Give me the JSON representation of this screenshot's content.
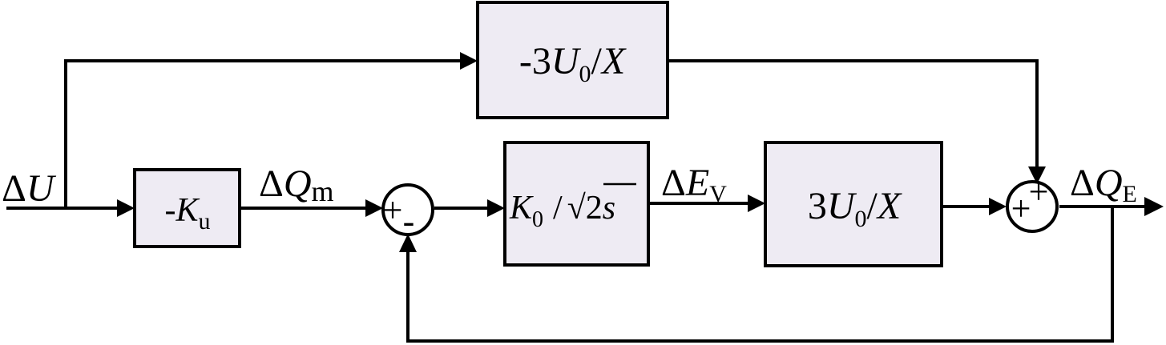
{
  "signals": {
    "input": {
      "delta": "Δ",
      "sym": "U"
    },
    "q_m": {
      "delta": "Δ",
      "sym": "Q",
      "sub": "m"
    },
    "e_v": {
      "delta": "Δ",
      "sym": "E",
      "sub": "V"
    },
    "q_e": {
      "delta": "Δ",
      "sym": "Q",
      "sub": "E"
    }
  },
  "blocks": {
    "feedforward": {
      "pre": "-3",
      "sym1": "U",
      "sub": "0",
      "post": "/",
      "sym2": "X"
    },
    "gain": {
      "pre": "-",
      "sym": "K",
      "sub": "u"
    },
    "integrator": {
      "sym": "K",
      "sub": "0",
      "slash": "/",
      "radical": "√",
      "two": "2",
      "s": "s"
    },
    "forward": {
      "pre": "3",
      "sym1": "U",
      "sub": "0",
      "post": "/",
      "sym2": "X"
    }
  },
  "junctions": {
    "sum1": {
      "plus": "+",
      "minus": "-"
    },
    "sum2": {
      "plus_top": "+",
      "plus_left": "+"
    }
  }
}
